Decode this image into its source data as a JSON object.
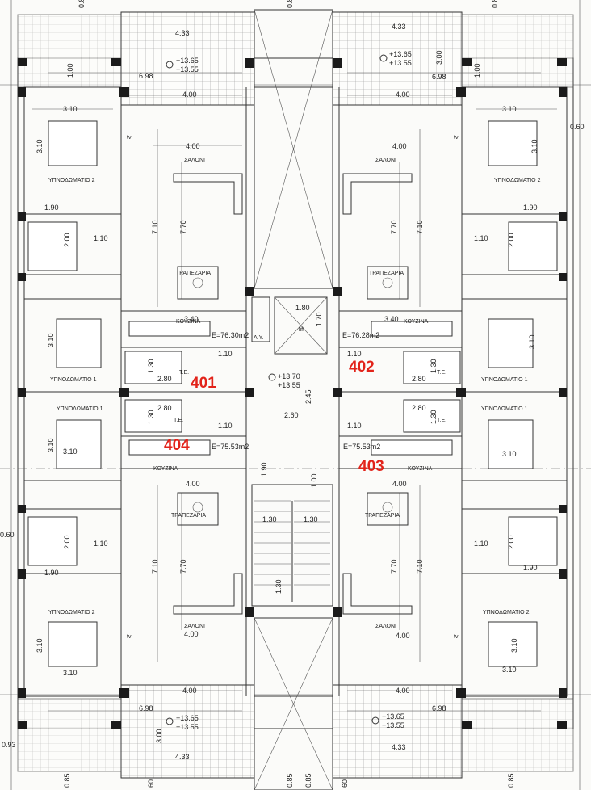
{
  "units": [
    "401",
    "402",
    "403",
    "404"
  ],
  "rooms": {
    "bedroom1": "ΥΠΝΟΔΩΜΑΤΙΟ 1",
    "bedroom2": "ΥΠΝΟΔΩΜΑΤΙΟ 2",
    "living": "ΣΑΛΟΝΙ",
    "dining": "ΤΡΑΠΕΖΑΡΙΑ",
    "kitchen": "ΚΟΥΖΙΝΑ",
    "te": "Τ.Ε.",
    "ay": "Α.Υ.",
    "lift": "lift",
    "tv": "tv"
  },
  "areas": {
    "u401": "E=76.30m2",
    "u402": "E=76.28m2",
    "u403": "E=75.53m2",
    "u404": "E=75.53m2"
  },
  "levels": {
    "l1": "+13.65",
    "l2": "+13.55",
    "l3": "+13.70"
  },
  "dims": {
    "d433": "4.33",
    "d698": "6.98",
    "d400": "4.00",
    "d310": "3.10",
    "d100": "1.00",
    "d300": "3.00",
    "d190": "1.90",
    "d200": "2.00",
    "d110": "1.10",
    "d710": "7.10",
    "d770": "7.70",
    "d340": "3.40",
    "d180": "1.80",
    "d170": "1.70",
    "d130": "1.30",
    "d280": "2.80",
    "d245": "2.45",
    "d260": "2.60",
    "d060": "0.60",
    "d085": "0.85",
    "d093": "0.93",
    "d60": "60"
  }
}
